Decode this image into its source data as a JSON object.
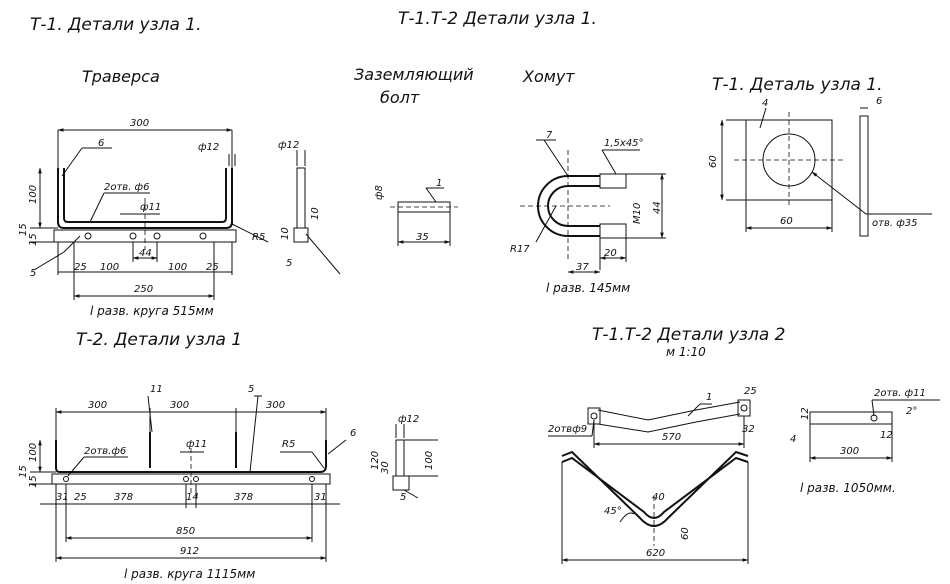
{
  "titles": {
    "t1_node1": "Т-1. Детали узла 1.",
    "t1t2_node1": "Т-1.Т-2 Детали узла 1.",
    "traverse": "Траверса",
    "ground_bolt_line1": "Заземляющий",
    "ground_bolt_line2": "болт",
    "clamp": "Хомут",
    "t1_detail_node1": "Т-1. Деталь узла 1.",
    "t2_node1": "Т-2. Детали узла 1",
    "t1t2_node2": "Т-1.Т-2 Детали узла 2",
    "scale": "м 1:10"
  },
  "traverse_t1": {
    "dims": {
      "length": "300",
      "pos6": "6",
      "phi12": "ф12",
      "phi12_side": "ф12",
      "holes": "2отв. ф6",
      "phi11": "ф11",
      "h100": "100",
      "d15": "15",
      "d15b": "15",
      "side10": "10",
      "side10b": "10",
      "r5": "R5",
      "pos5": "5",
      "pos5b": "5",
      "d25a": "25",
      "d100a": "100",
      "d44": "44",
      "d100b": "100",
      "d25b": "25",
      "total250": "250"
    },
    "note": "l разв. круга 515мм"
  },
  "bolt": {
    "pos1": "1",
    "phi8": "ф8",
    "len35": "35"
  },
  "clamp": {
    "pos7": "7",
    "chamfer": "1,5х45°",
    "r17": "R17",
    "thread": "М10",
    "h44": "44",
    "d20": "20",
    "d37": "37",
    "note": "l разв. 145мм"
  },
  "plate": {
    "pos4": "4",
    "pos6": "6",
    "w60": "60",
    "h60": "60",
    "hole": "отв. ф35"
  },
  "traverse_t2": {
    "dims": {
      "s300a": "300",
      "pos11": "11",
      "s300b": "300",
      "pos5": "5",
      "s300c": "300",
      "holes": "2отв.ф6",
      "phi11": "ф11",
      "r5": "R5",
      "pos6": "6",
      "h100": "100",
      "d15": "15",
      "d15b": "15",
      "d31a": "31",
      "d25": "25",
      "d378a": "378",
      "d14": "14",
      "d378b": "378",
      "d31b": "31",
      "total850": "850",
      "total912": "912",
      "phi12": "ф12",
      "side100": "100",
      "side120": "120",
      "side30": "30",
      "side5": "5"
    },
    "note": "l разв. круга 1115мм"
  },
  "node2": {
    "pos1": "1",
    "d25": "25",
    "holes_left": "2отвф9",
    "d570": "570",
    "d32": "32",
    "angle45": "45°",
    "d40": "40",
    "d60": "60",
    "d620": "620",
    "holes_right": "2отв. ф11",
    "angle2": "2°",
    "d12": "12",
    "d12b": "12",
    "d4": "4",
    "d300": "300",
    "note": "l разв. 1050мм."
  }
}
